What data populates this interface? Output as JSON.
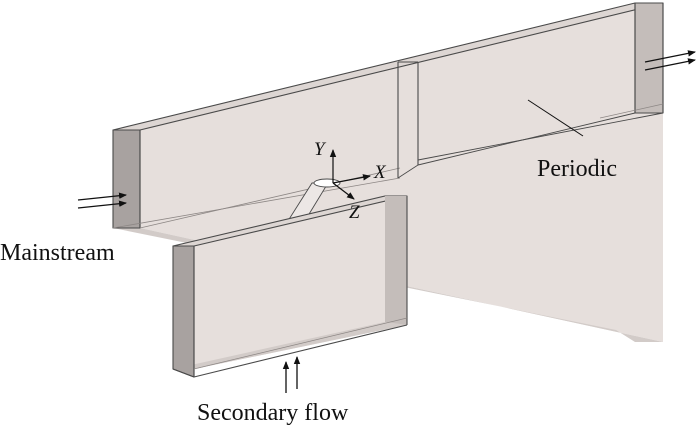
{
  "labels": {
    "mainstream": "Mainstream",
    "periodic": "Periodic",
    "secondary_flow": "Secondary flow"
  },
  "axes": {
    "x": "X",
    "y": "Y",
    "z": "Z"
  },
  "colors": {
    "face_light": "#e6dfdc",
    "face_mid": "#d6cfcc",
    "face_dark": "#a8a2a0",
    "edge": "#4a4a4a",
    "text": "#111111"
  }
}
